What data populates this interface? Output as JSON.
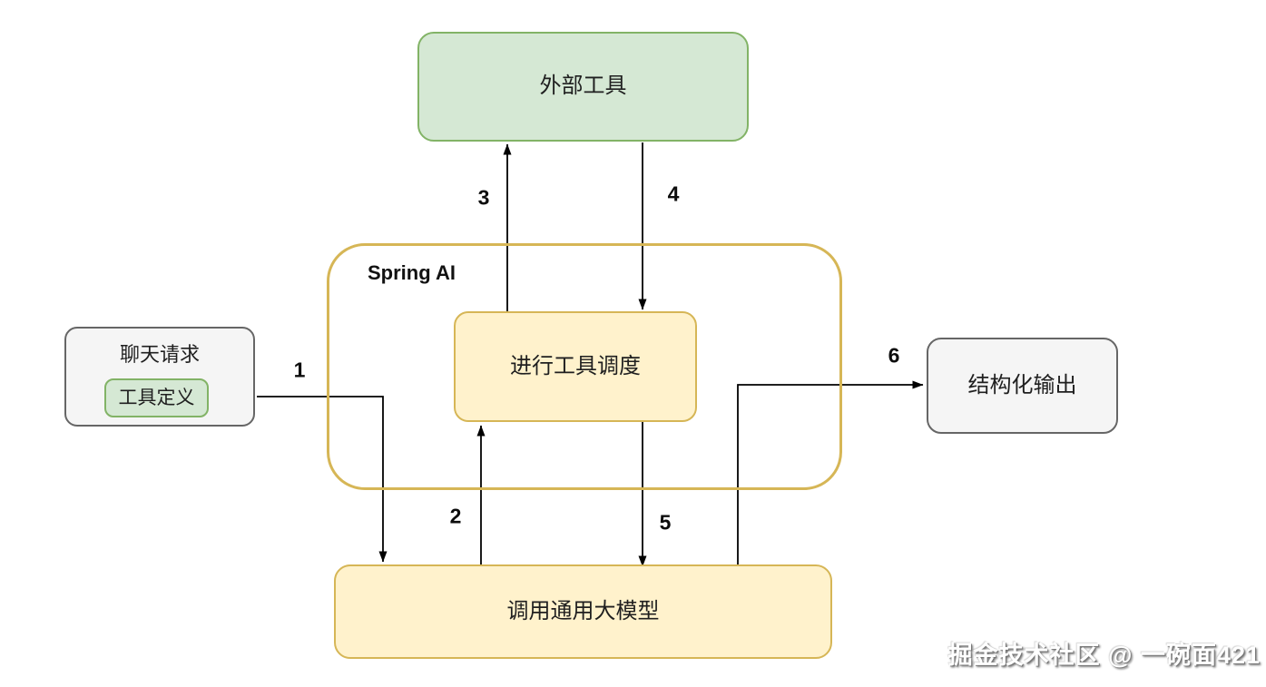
{
  "diagram": {
    "nodes": {
      "external_tools": {
        "label": "外部工具",
        "fill": "#d5e8d4",
        "border": "#82b366"
      },
      "spring_ai": {
        "label": "Spring AI",
        "border": "#d6b656"
      },
      "tool_scheduler": {
        "label": "进行工具调度",
        "fill": "#fff2cc",
        "border": "#d6b656"
      },
      "chat_request": {
        "label": "聊天请求",
        "fill": "#f5f5f5",
        "border": "#666666"
      },
      "tool_definition": {
        "label": "工具定义",
        "fill": "#d5e8d4",
        "border": "#82b366"
      },
      "structured_output": {
        "label": "结构化输出",
        "fill": "#f5f5f5",
        "border": "#666666"
      },
      "llm_call": {
        "label": "调用通用大模型",
        "fill": "#fff2cc",
        "border": "#d6b656"
      }
    },
    "edges": [
      {
        "label": "1",
        "from": "chat_request",
        "to": "llm_call"
      },
      {
        "label": "2",
        "from": "llm_call",
        "to": "tool_scheduler"
      },
      {
        "label": "3",
        "from": "tool_scheduler",
        "to": "external_tools"
      },
      {
        "label": "4",
        "from": "external_tools",
        "to": "tool_scheduler"
      },
      {
        "label": "5",
        "from": "tool_scheduler",
        "to": "llm_call"
      },
      {
        "label": "6",
        "from": "llm_call",
        "to": "structured_output"
      }
    ],
    "arrow_color": "#000000",
    "watermark": {
      "text": "掘金技术社区 @ 一碗面421"
    }
  }
}
